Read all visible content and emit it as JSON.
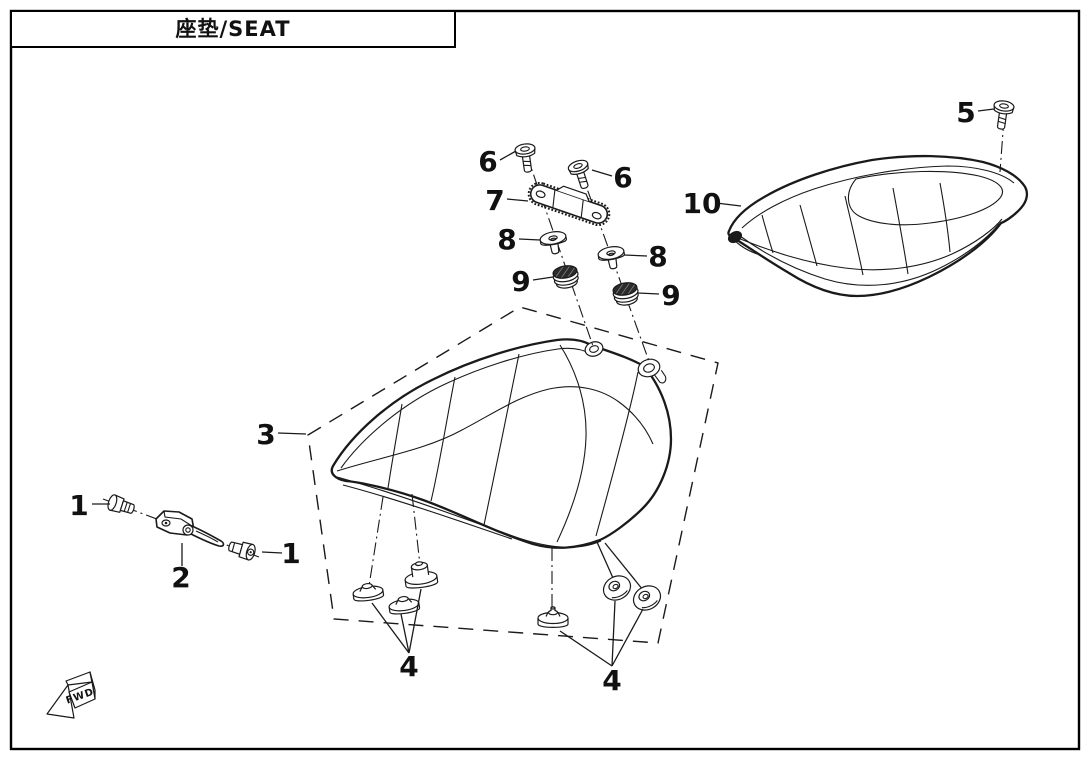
{
  "page": {
    "title": "座垫/SEAT",
    "background": "#ffffff",
    "line_color": "#1a1a1a"
  },
  "direction_indicator": {
    "label": "FWD"
  },
  "callouts": {
    "c1a": "1",
    "c1b": "1",
    "c2": "2",
    "c3": "3",
    "c4a": "4",
    "c4b": "4",
    "c5": "5",
    "c6a": "6",
    "c6b": "6",
    "c7": "7",
    "c8a": "8",
    "c8b": "8",
    "c9a": "9",
    "c9b": "9",
    "c10": "10"
  }
}
